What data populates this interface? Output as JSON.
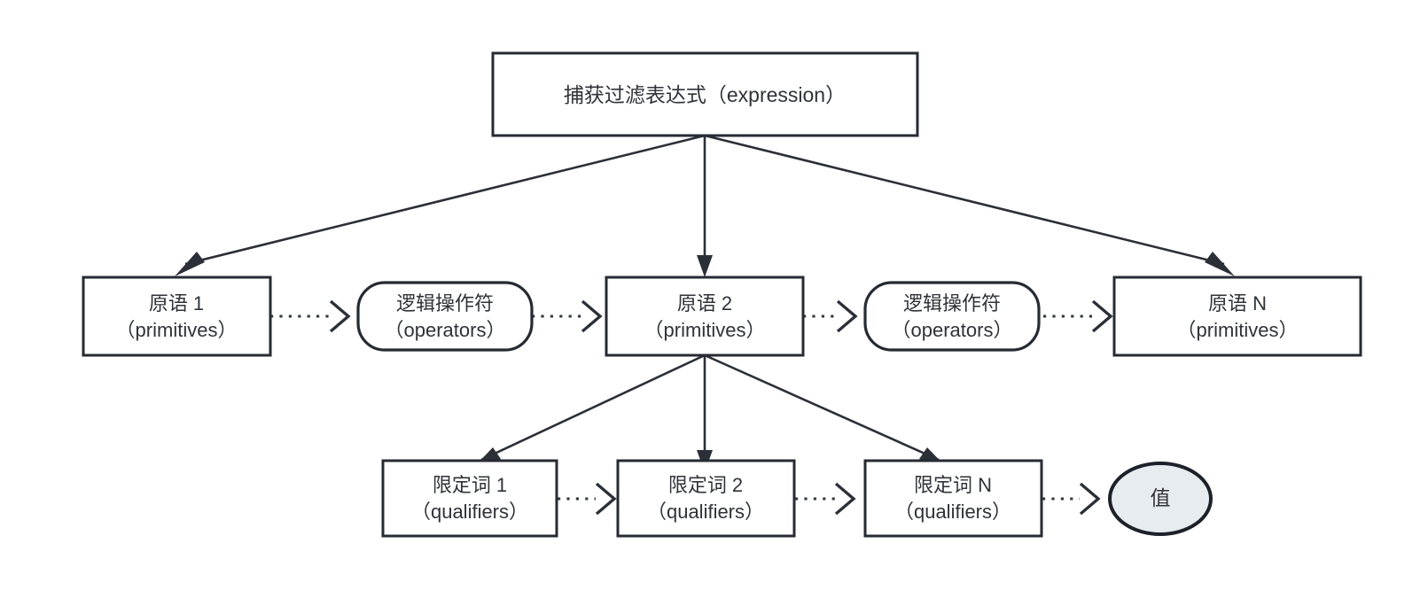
{
  "diagram": {
    "title_node": {
      "label": "捕获过滤表达式（expression）",
      "shape": "rectangle"
    },
    "primitive_row": {
      "nodes": [
        {
          "line1": "原语 1",
          "line2": "（primitives）",
          "shape": "rectangle",
          "name": "primitive-1"
        },
        {
          "line1": "逻辑操作符",
          "line2": "（operators）",
          "shape": "rounded-rectangle",
          "name": "operator-1"
        },
        {
          "line1": "原语 2",
          "line2": "（primitives）",
          "shape": "rectangle",
          "name": "primitive-2"
        },
        {
          "line1": "逻辑操作符",
          "line2": "（operators）",
          "shape": "rounded-rectangle",
          "name": "operator-2"
        },
        {
          "line1": "原语 N",
          "line2": "（primitives）",
          "shape": "rectangle",
          "name": "primitive-n"
        }
      ]
    },
    "qualifier_row": {
      "nodes": [
        {
          "line1": "限定词 1",
          "line2": "（qualifiers）",
          "shape": "rectangle",
          "name": "qualifier-1"
        },
        {
          "line1": "限定词 2",
          "line2": "（qualifiers）",
          "shape": "rectangle",
          "name": "qualifier-2"
        },
        {
          "line1": "限定词 N",
          "line2": "（qualifiers）",
          "shape": "rectangle",
          "name": "qualifier-n"
        }
      ],
      "value_node": {
        "label": "值",
        "shape": "ellipse",
        "name": "value-node"
      }
    },
    "colors": {
      "stroke": "#262b33",
      "text": "#2f3338",
      "node_fill": "#ffffff",
      "ellipse_fill": "#e7ecf0",
      "background": "#ffffff"
    }
  }
}
